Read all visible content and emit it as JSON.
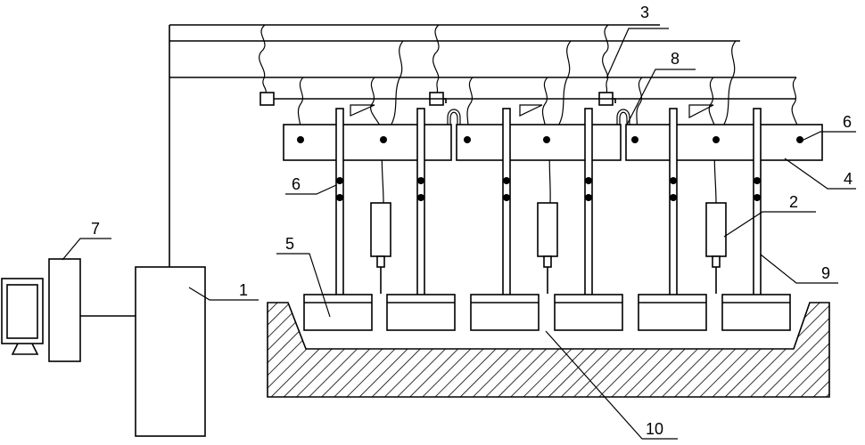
{
  "labels": {
    "l1": "1",
    "l2": "2",
    "l3": "3",
    "l4": "4",
    "l5": "5",
    "l6a": "6",
    "l6b": "6",
    "l7": "7",
    "l8": "8",
    "l9": "9",
    "l10": "10"
  }
}
